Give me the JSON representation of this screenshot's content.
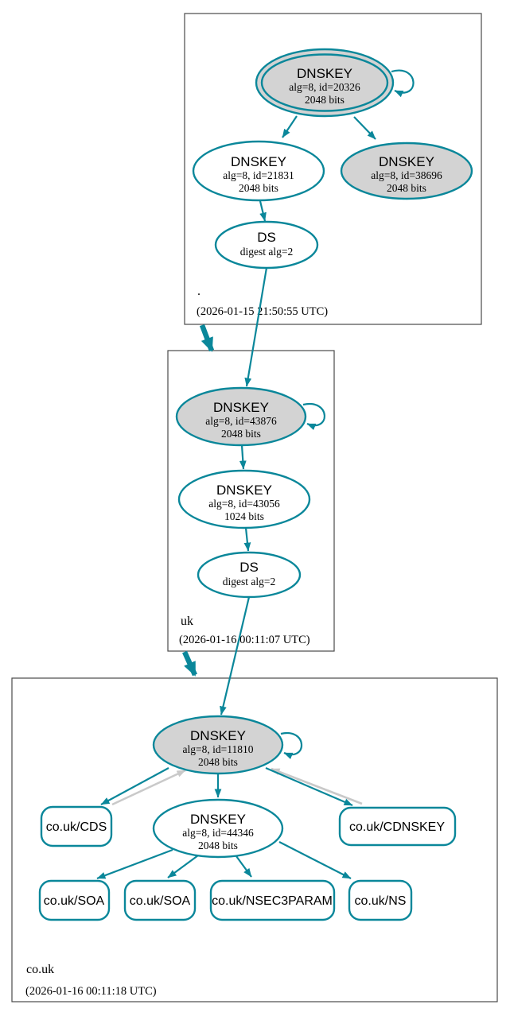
{
  "colors": {
    "secure_teal": "#0a879a",
    "node_fill_gray": "#d3d3d3",
    "warn_edge_gray": "#c9c9c9",
    "zone_box_border": "#4a4a4a"
  },
  "zones": {
    "root": {
      "label": ".",
      "timestamp": "(2026-01-15 21:50:55 UTC)",
      "ksk": {
        "title": "DNSKEY",
        "detail1": "alg=8, id=20326",
        "detail2": "2048 bits"
      },
      "zsk": {
        "title": "DNSKEY",
        "detail1": "alg=8, id=21831",
        "detail2": "2048 bits"
      },
      "key2": {
        "title": "DNSKEY",
        "detail1": "alg=8, id=38696",
        "detail2": "2048 bits"
      },
      "ds": {
        "title": "DS",
        "detail1": "digest alg=2"
      }
    },
    "uk": {
      "label": "uk",
      "timestamp": "(2026-01-16 00:11:07 UTC)",
      "ksk": {
        "title": "DNSKEY",
        "detail1": "alg=8, id=43876",
        "detail2": "2048 bits"
      },
      "zsk": {
        "title": "DNSKEY",
        "detail1": "alg=8, id=43056",
        "detail2": "1024 bits"
      },
      "ds": {
        "title": "DS",
        "detail1": "digest alg=2"
      }
    },
    "couk": {
      "label": "co.uk",
      "timestamp": "(2026-01-16 00:11:18 UTC)",
      "ksk": {
        "title": "DNSKEY",
        "detail1": "alg=8, id=11810",
        "detail2": "2048 bits"
      },
      "zsk": {
        "title": "DNSKEY",
        "detail1": "alg=8, id=44346",
        "detail2": "2048 bits"
      },
      "rrsets": {
        "cds": "co.uk/CDS",
        "cdnskey": "co.uk/CDNSKEY",
        "soa1": "co.uk/SOA",
        "soa2": "co.uk/SOA",
        "nsec3param": "co.uk/NSEC3PARAM",
        "ns": "co.uk/NS"
      }
    }
  }
}
